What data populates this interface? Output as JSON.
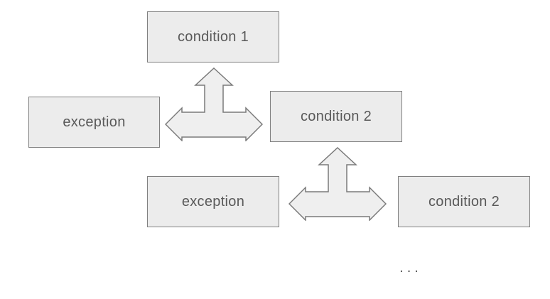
{
  "diagram": {
    "nodes": [
      {
        "id": "condition-1",
        "label": "condition 1"
      },
      {
        "id": "exception-top",
        "label": "exception"
      },
      {
        "id": "condition-2-mid",
        "label": "condition 2"
      },
      {
        "id": "exception-bottom",
        "label": "exception"
      },
      {
        "id": "condition-2-bottom",
        "label": "condition 2"
      }
    ],
    "connectors": [
      {
        "id": "arrow-1",
        "type": "three-way-arrow",
        "directions": "up-left-right",
        "links": [
          "condition-1",
          "exception-top",
          "condition-2-mid"
        ]
      },
      {
        "id": "arrow-2",
        "type": "three-way-arrow",
        "directions": "up-left-right",
        "links": [
          "condition-2-mid",
          "exception-bottom",
          "condition-2-bottom"
        ]
      }
    ],
    "ellipsis": "...",
    "colors": {
      "background": "#ffffff",
      "node_fill": "#ececec",
      "node_border": "#808080",
      "arrow_fill": "#efefef",
      "arrow_border": "#7a7a7a",
      "text": "#595959"
    }
  }
}
